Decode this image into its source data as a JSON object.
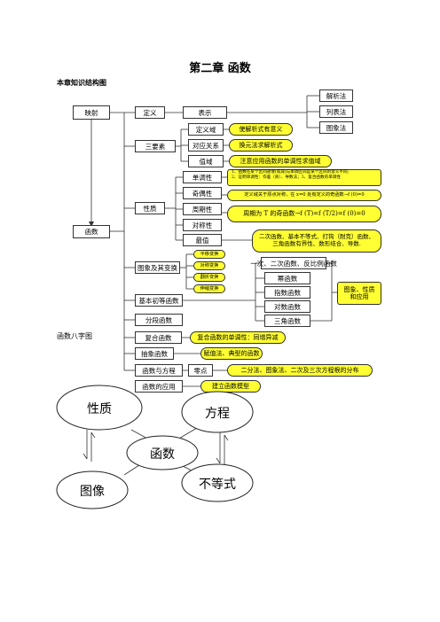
{
  "header": {
    "title": "第二章 函数",
    "subtitle": "本章知识结构图"
  },
  "tree": {
    "root_mapping": "映射",
    "root_function": "函数",
    "definition": "定义",
    "representation": "表示",
    "rep_methods": [
      "解析法",
      "列表法",
      "图象法"
    ],
    "three_elements": "三要素",
    "domain": "定义域",
    "correspondence": "对应关系",
    "range": "值域",
    "domain_note": "使解析式有意义",
    "correspondence_note": "换元法求解析式",
    "range_note": "注意应用函数的单调性求值域",
    "properties": "性质",
    "monotonicity": "单调性",
    "parity": "奇偶性",
    "periodicity": "周期性",
    "symmetry": "对称性",
    "extremum": "最值",
    "monotonicity_note_1": "1、函数在某个区间递增(或减)与单调区间是某个区间的含义不同;",
    "monotonicity_note_2": "2、证明单调性：作差（商）、导数法；3、复合函数的单调性",
    "parity_note": "定义域关于原点对称，在 x=0 处有定义的奇函数→f (0)=0",
    "periodicity_note": "周期为 T 的奇函数→f (T)=f (T/2)=f (0)=0",
    "extremum_note": "二次函数、基本不等式、打钩（耐克）函数、三角函数有界性、数形结合、导数.",
    "graph_transform": "图象及其变换",
    "transforms": [
      "平移变换",
      "对称变换",
      "翻折变换",
      "伸缩变换"
    ],
    "basic_elementary": "基本初等函数",
    "elementary_list": [
      "一次、二次函数、反比例函数",
      "幂函数",
      "指数函数",
      "对数函数",
      "三角函数"
    ],
    "elementary_note": "图象、性质和应用",
    "piecewise": "分段函数",
    "composite": "复合函数",
    "composite_note": "复合函数的单调性：同增异减",
    "abstract": "抽象函数",
    "abstract_note": "赋值法、典型的函数",
    "equation": "函数与方程",
    "zero_point": "零点",
    "zero_note": "二分法、图象法、二次及三次方程根的分布",
    "application": "函数的应用",
    "application_note": "建立函数模型"
  },
  "eight_diagram": {
    "label": "函数八字图",
    "nodes": [
      "性质",
      "方程",
      "函数",
      "图像",
      "不等式"
    ]
  }
}
